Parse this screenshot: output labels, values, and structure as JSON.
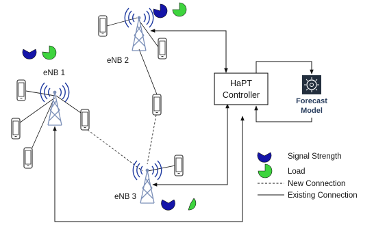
{
  "nodes": {
    "enb1": "eNB 1",
    "enb2": "eNB 2",
    "enb3": "eNB 3"
  },
  "controller": {
    "line1": "HaPT",
    "line2": "Controller"
  },
  "forecast": {
    "line1": "Forecast",
    "line2": "Model"
  },
  "legend": {
    "signal": "Signal Strength",
    "load": "Load",
    "new_connection": "New Connection",
    "existing_connection": "Existing Connection"
  },
  "colors": {
    "signal": "#1515a8",
    "load": "#3ed43e",
    "tower": "#7b8fb8",
    "wave": "#1e3aa0",
    "forecast_bg": "#232f3e",
    "forecast_text": "#2a3f5f"
  },
  "icons": {
    "tower": "cell-tower-icon",
    "phone": "mobile-phone-icon",
    "signal": "signal-strength-pie-icon",
    "load": "load-pie-icon",
    "forecast": "forecast-model-icon"
  }
}
